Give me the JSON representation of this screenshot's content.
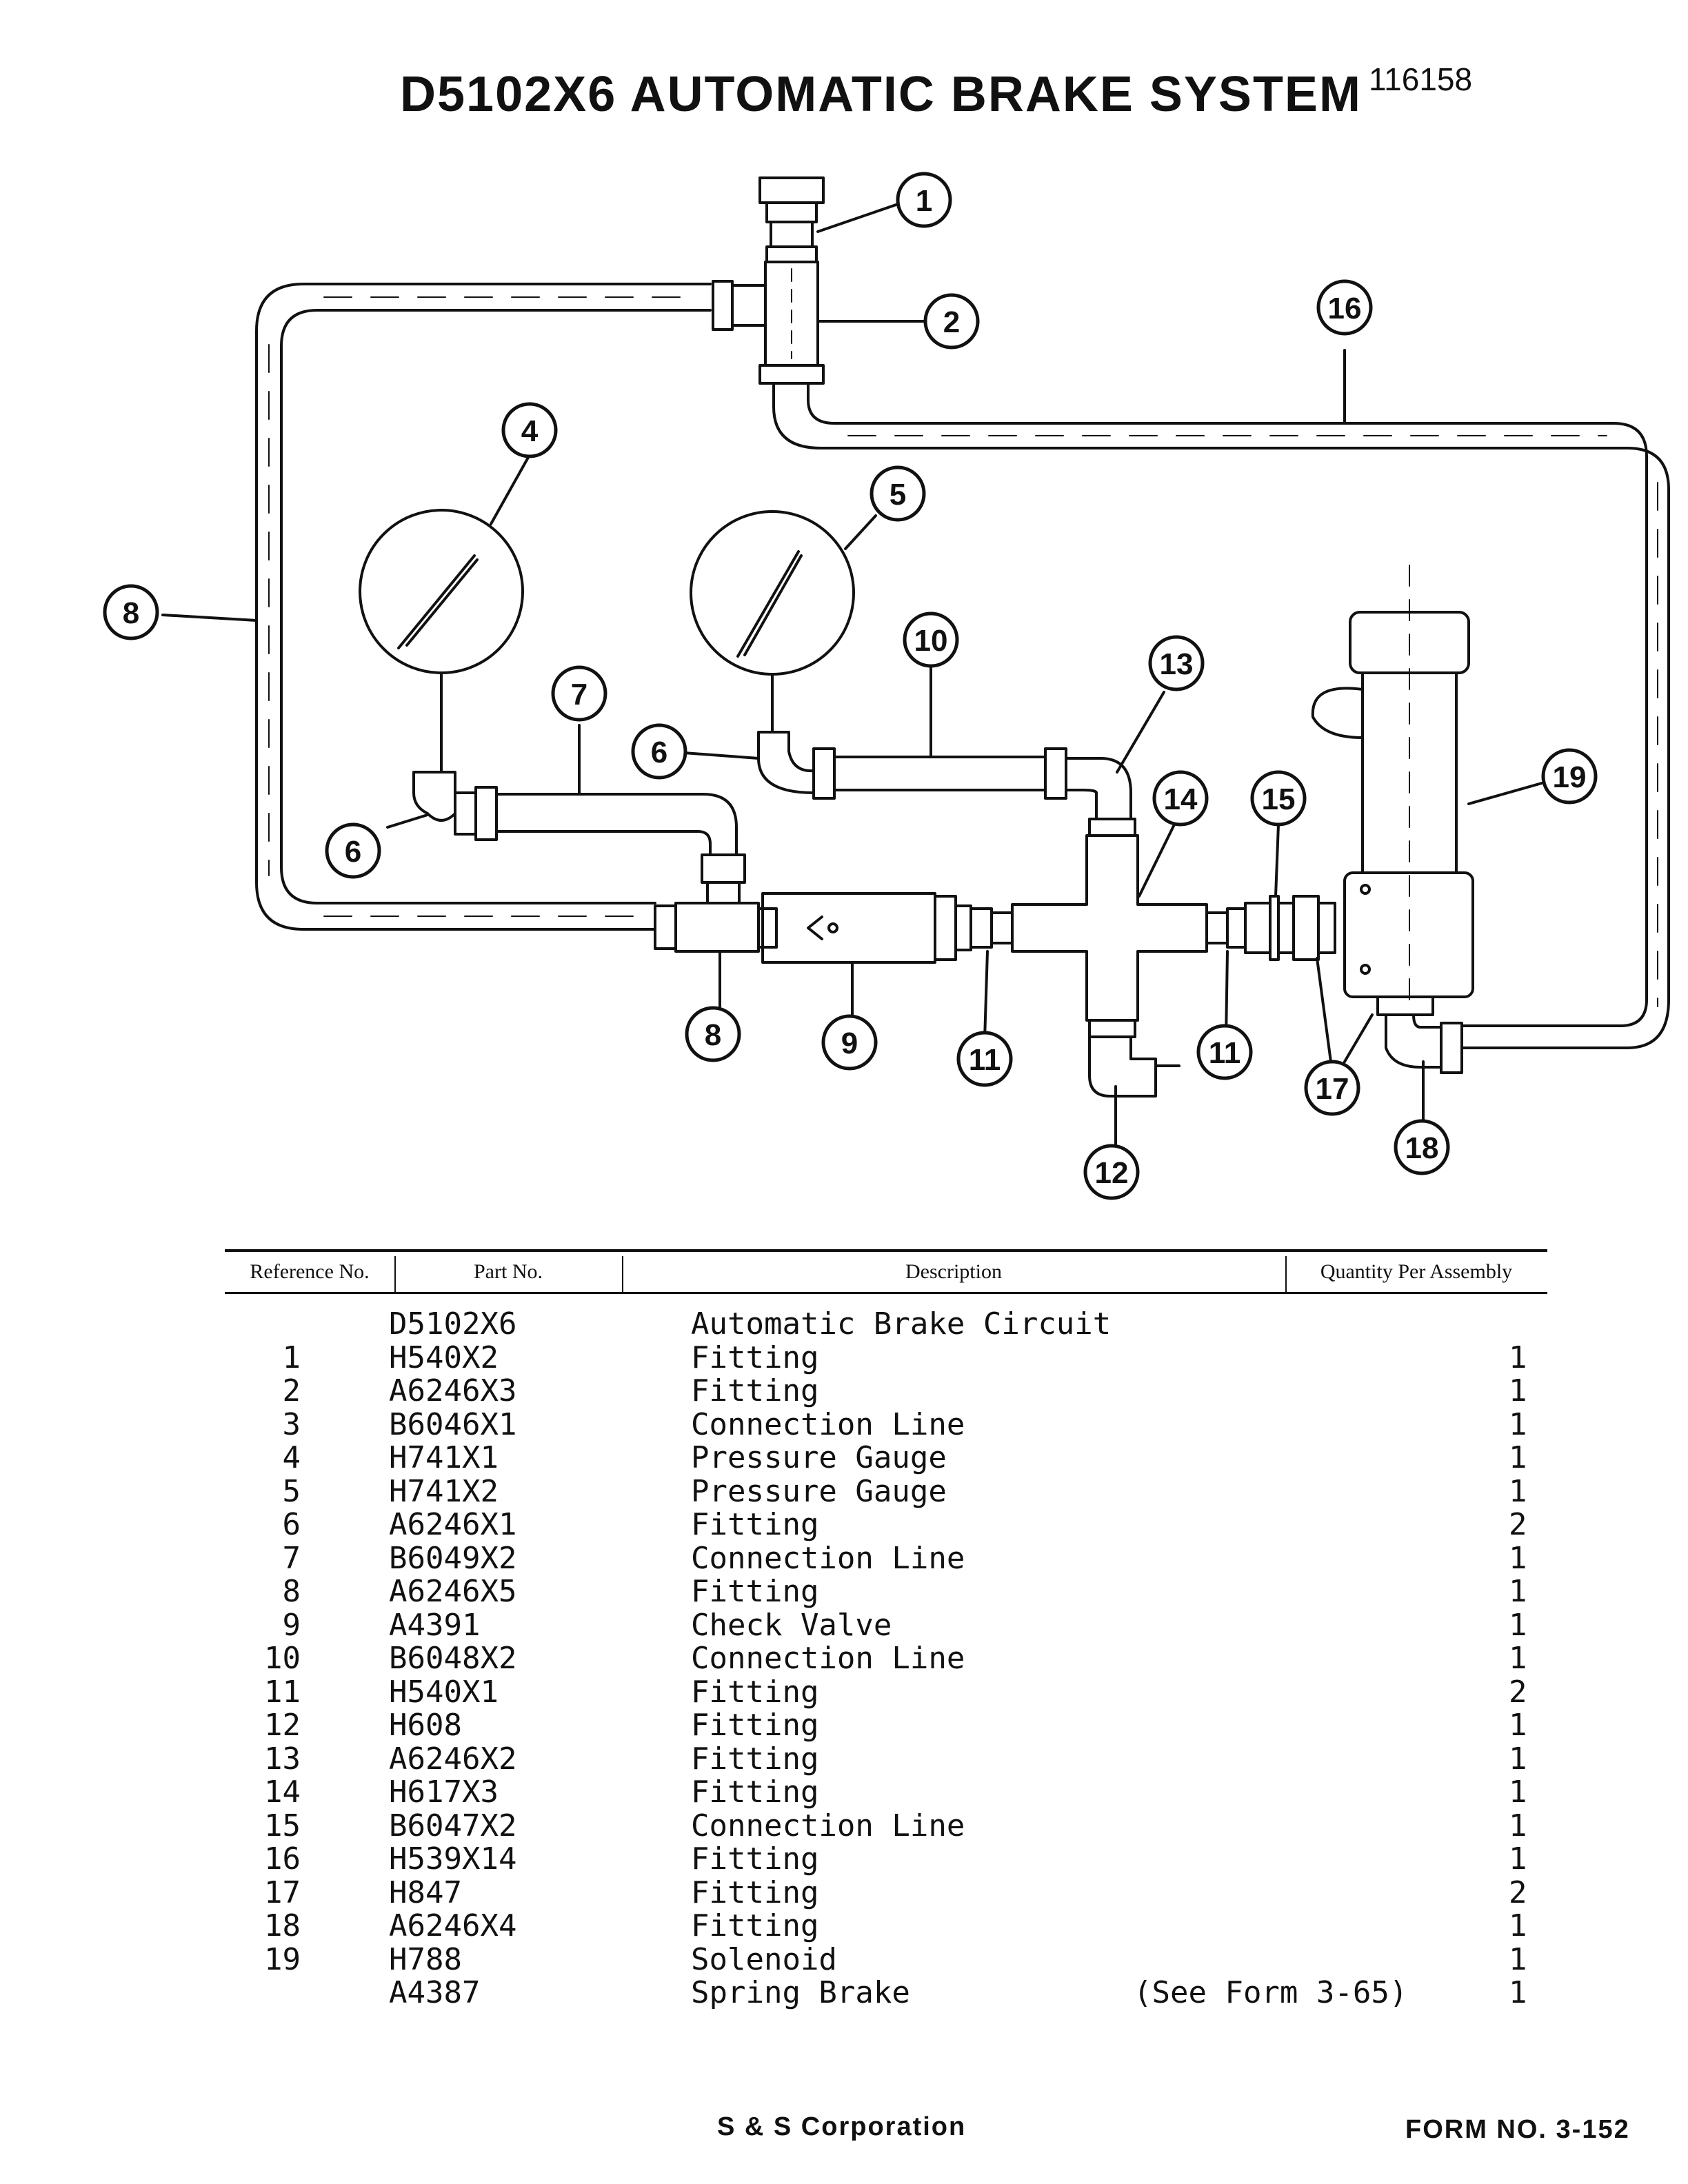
{
  "title": "D5102X6 AUTOMATIC BRAKE SYSTEM",
  "document_number": "116158",
  "callouts": [
    "1",
    "2",
    "4",
    "5",
    "6",
    "6",
    "7",
    "8",
    "8",
    "9",
    "10",
    "11",
    "11",
    "12",
    "13",
    "14",
    "15",
    "16",
    "17",
    "18",
    "19"
  ],
  "table": {
    "headers": {
      "ref": "Reference No.",
      "part": "Part No.",
      "desc": "Description",
      "qty": "Quantity Per Assembly"
    },
    "rows": [
      {
        "ref": "",
        "part": "D5102X6",
        "desc": "Automatic Brake Circuit",
        "note": "",
        "qty": ""
      },
      {
        "ref": "1",
        "part": "H540X2",
        "desc": "Fitting",
        "note": "",
        "qty": "1"
      },
      {
        "ref": "2",
        "part": "A6246X3",
        "desc": "Fitting",
        "note": "",
        "qty": "1"
      },
      {
        "ref": "3",
        "part": "B6046X1",
        "desc": "Connection Line",
        "note": "",
        "qty": "1"
      },
      {
        "ref": "4",
        "part": "H741X1",
        "desc": "Pressure Gauge",
        "note": "",
        "qty": "1"
      },
      {
        "ref": "5",
        "part": "H741X2",
        "desc": "Pressure Gauge",
        "note": "",
        "qty": "1"
      },
      {
        "ref": "6",
        "part": "A6246X1",
        "desc": "Fitting",
        "note": "",
        "qty": "2"
      },
      {
        "ref": "7",
        "part": "B6049X2",
        "desc": "Connection Line",
        "note": "",
        "qty": "1"
      },
      {
        "ref": "8",
        "part": "A6246X5",
        "desc": "Fitting",
        "note": "",
        "qty": "1"
      },
      {
        "ref": "9",
        "part": "A4391",
        "desc": "Check Valve",
        "note": "",
        "qty": "1"
      },
      {
        "ref": "10",
        "part": "B6048X2",
        "desc": "Connection Line",
        "note": "",
        "qty": "1"
      },
      {
        "ref": "11",
        "part": "H540X1",
        "desc": "Fitting",
        "note": "",
        "qty": "2"
      },
      {
        "ref": "12",
        "part": "H608",
        "desc": "Fitting",
        "note": "",
        "qty": "1"
      },
      {
        "ref": "13",
        "part": "A6246X2",
        "desc": "Fitting",
        "note": "",
        "qty": "1"
      },
      {
        "ref": "14",
        "part": "H617X3",
        "desc": "Fitting",
        "note": "",
        "qty": "1"
      },
      {
        "ref": "15",
        "part": "B6047X2",
        "desc": "Connection Line",
        "note": "",
        "qty": "1"
      },
      {
        "ref": "16",
        "part": "H539X14",
        "desc": "Fitting",
        "note": "",
        "qty": "1"
      },
      {
        "ref": "17",
        "part": "H847",
        "desc": "Fitting",
        "note": "",
        "qty": "2"
      },
      {
        "ref": "18",
        "part": "A6246X4",
        "desc": "Fitting",
        "note": "",
        "qty": "1"
      },
      {
        "ref": "19",
        "part": "H788",
        "desc": "Solenoid",
        "note": "",
        "qty": "1"
      },
      {
        "ref": "",
        "part": "A4387",
        "desc": "Spring Brake",
        "note": "(See Form 3-65)",
        "qty": "1"
      }
    ]
  },
  "footer": {
    "company": "S & S Corporation",
    "form": "FORM NO. 3-152"
  }
}
